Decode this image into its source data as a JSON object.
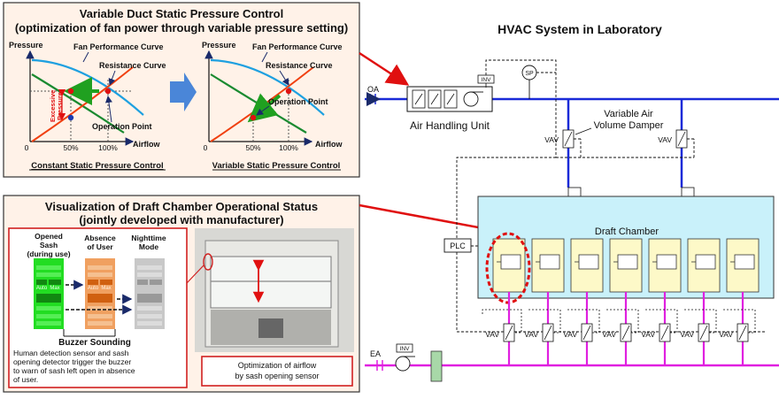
{
  "top_panel": {
    "title_line1": "Variable Duct Static Pressure Control",
    "title_line2": "(optimization of fan power through variable pressure setting)",
    "left_chart": {
      "caption": "Constant Static Pressure Control",
      "y_label": "Pressure",
      "x_label": "Airflow",
      "fan_curve_label": "Fan Performance Curve",
      "resistance_label": "Resistance Curve",
      "operation_label": "Operation Point",
      "excessive_label_1": "Excessive",
      "excessive_label_2": "Pressure",
      "tick_0": "0",
      "tick_50": "50%",
      "tick_100": "100%"
    },
    "right_chart": {
      "caption": "Variable Static Pressure Control",
      "y_label": "Pressure",
      "x_label": "Airflow",
      "fan_curve_label": "Fan Performance Curve",
      "resistance_label": "Resistance Curve",
      "operation_label": "Operation Point",
      "tick_0": "0",
      "tick_50": "50%",
      "tick_100": "100%"
    }
  },
  "bottom_panel": {
    "title_line1": "Visualization of Draft Chamber Operational Status",
    "title_line2": "(jointly developed with manufacturer)",
    "status_opened_1": "Opened",
    "status_opened_2": "Sash",
    "status_opened_3": "(during use)",
    "status_absence_1": "Absence",
    "status_absence_2": "of User",
    "status_night_1": "Nighttime",
    "status_night_2": "Mode",
    "panel_auto": "Auto",
    "panel_max": "Max",
    "buzzer_title": "Buzzer Sounding",
    "buzzer_text_1": "Human detection sensor and sash",
    "buzzer_text_2": "opening detector trigger the buzzer",
    "buzzer_text_3": "to warn of sash left open in absence",
    "buzzer_text_4": "of user.",
    "photo_caption_1": "Optimization of airflow",
    "photo_caption_2": "by sash opening sensor"
  },
  "hvac": {
    "title": "HVAC System in Laboratory",
    "oa_label": "OA",
    "ea_label": "EA",
    "ahu_label": "Air Handling Unit",
    "inv_label": "INV",
    "sp_label": "SP",
    "vav_label": "VAV",
    "damper_label_1": "Variable Air",
    "damper_label_2": "Volume Damper",
    "plc_label": "PLC",
    "chamber_label": "Draft Chamber"
  }
}
